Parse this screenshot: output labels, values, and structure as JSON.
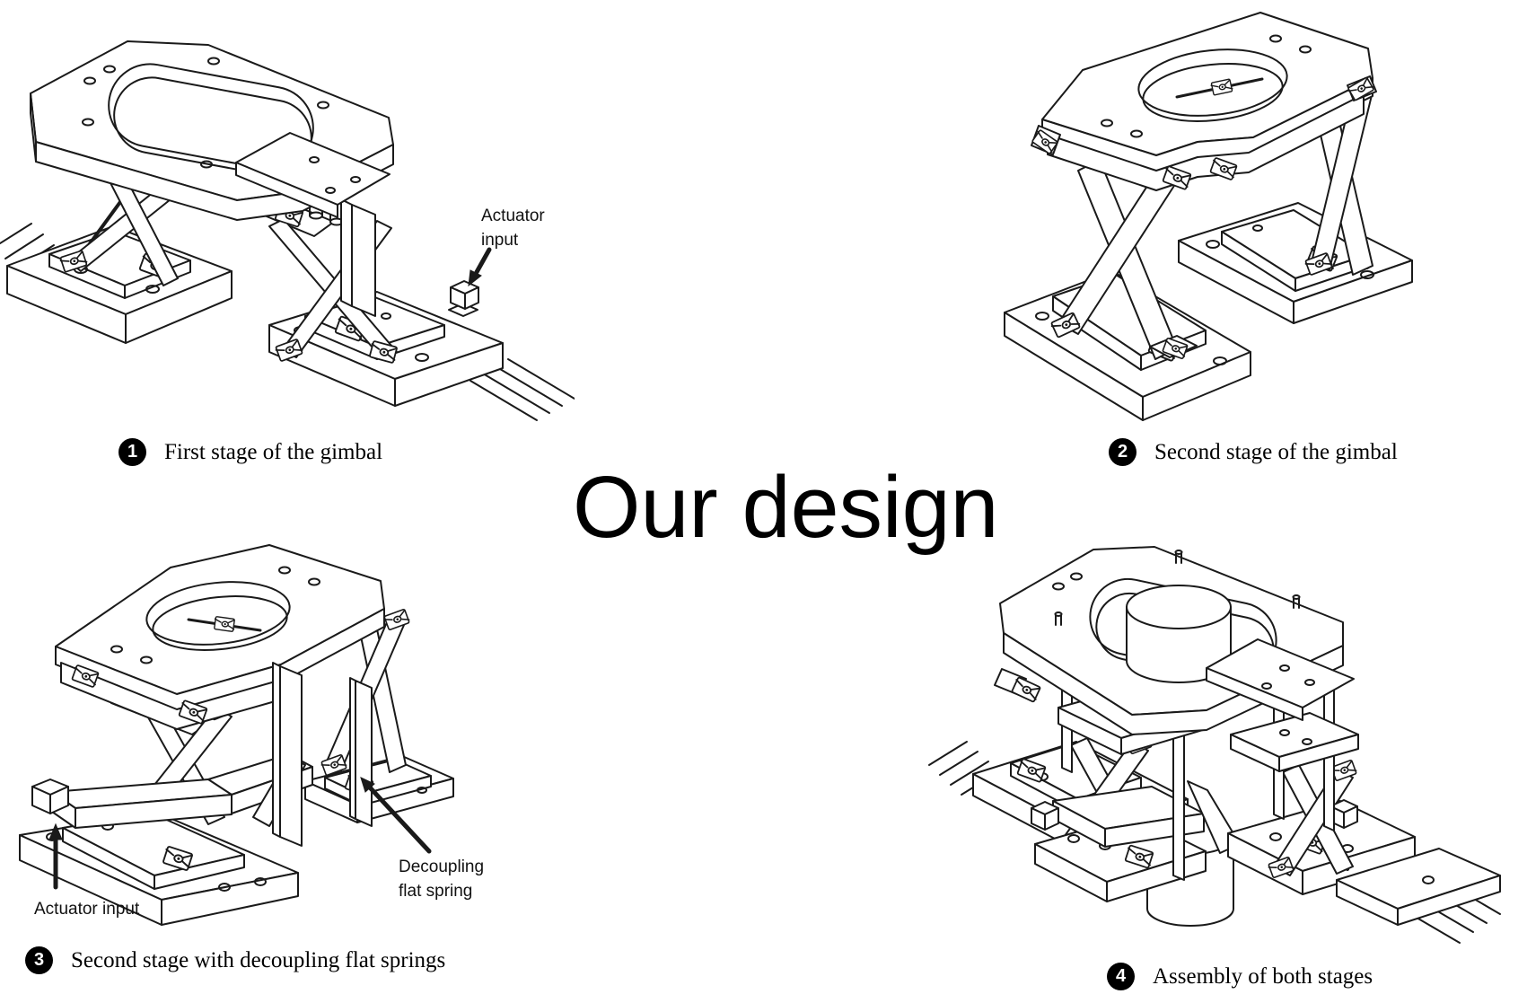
{
  "title": "Our design",
  "colors": {
    "ink": "#1a1a1a",
    "paper": "#ffffff",
    "badge_bg": "#000000",
    "badge_fg": "#ffffff"
  },
  "panels": [
    {
      "badge": "1",
      "caption": "First stage of the gimbal",
      "annotations": [
        {
          "text": "Actuator\ninput"
        }
      ]
    },
    {
      "badge": "2",
      "caption": "Second stage of the gimbal",
      "annotations": []
    },
    {
      "badge": "3",
      "caption": "Second stage with decoupling flat springs",
      "annotations": [
        {
          "text": "Actuator input"
        },
        {
          "text": "Decoupling\nflat spring"
        }
      ]
    },
    {
      "badge": "4",
      "caption": "Assembly of both stages",
      "annotations": []
    }
  ]
}
